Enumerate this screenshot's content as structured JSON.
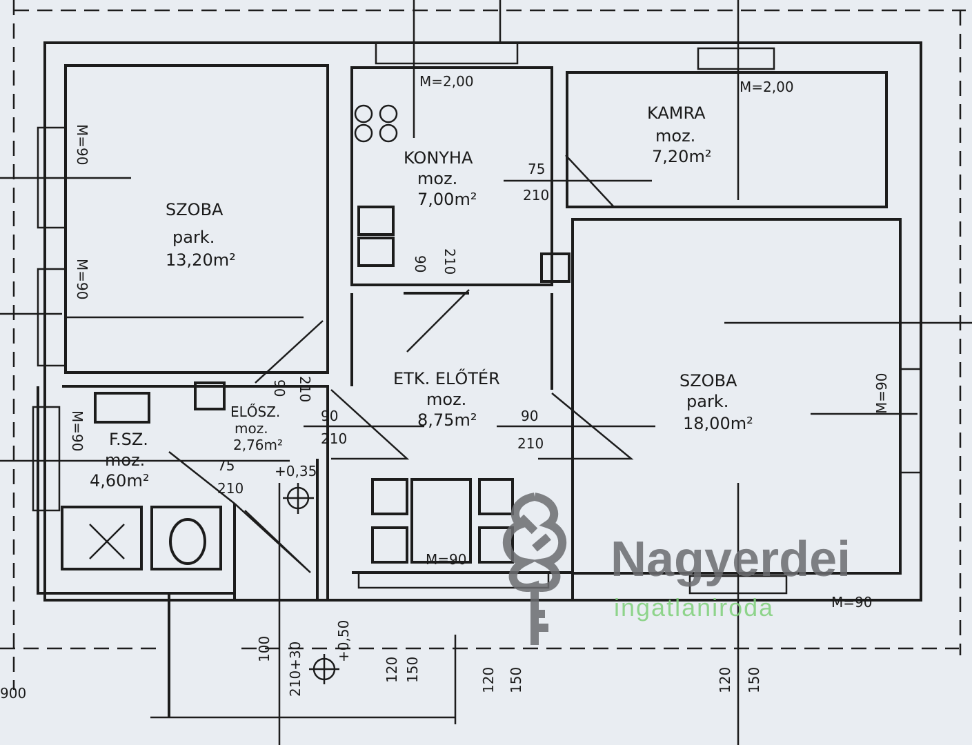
{
  "rooms": {
    "szoba_left": {
      "name": "SZOBA",
      "floor": "park.",
      "area": "13,20m²"
    },
    "konyha": {
      "name": "KONYHA",
      "floor": "moz.",
      "area": "7,00m²"
    },
    "kamra": {
      "name": "KAMRA",
      "floor": "moz.",
      "area": "7,20m²"
    },
    "szoba_right": {
      "name": "SZOBA",
      "floor": "park.",
      "area": "18,00m²"
    },
    "etk_eloter": {
      "name": "ETK. ELŐTÉR",
      "floor": "moz.",
      "area": "8,75m²"
    },
    "eloszoba": {
      "name": "ELŐSZ.",
      "floor": "moz.",
      "area": "2,76m²"
    },
    "fsz": {
      "name": "F.SZ.",
      "floor": "moz.",
      "area": "4,60m²"
    }
  },
  "dimensions": {
    "window_kitchen": "M=2,00",
    "window_kamra": "M=2,00",
    "window_left_top": "M=90",
    "window_left_mid": "M=90",
    "window_fsz": "M=90",
    "window_right": "M=90",
    "window_bottom_mid": "M=90",
    "window_bottom_right": "M=90",
    "door_kamra_w": "75",
    "door_kamra_h": "210",
    "door_kitchen_w": "90",
    "door_kitchen_h": "210",
    "door_szoba_w": "90",
    "door_szoba_h": "210",
    "door_eloter_w": "90",
    "door_eloter_h": "210",
    "door_right_w": "90",
    "door_right_h": "210",
    "door_fsz_w": "75",
    "door_fsz_h": "210",
    "level_eloszoba": "+0,35",
    "entry_h": "210+30",
    "level_entry": "+0,50",
    "step_100": "100",
    "b1": "120",
    "b2": "150",
    "c1": "120",
    "c2": "150",
    "e1": "120",
    "e2": "150",
    "overall": "900"
  },
  "watermark": {
    "brand": "Nagyerdei",
    "sub": "ingatlaniroda"
  }
}
